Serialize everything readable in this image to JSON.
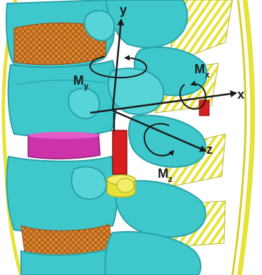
{
  "figure": {
    "axes": {
      "x": "x",
      "y": "y",
      "z": "z"
    },
    "moments": {
      "mx": {
        "main": "M",
        "sub": "x"
      },
      "my": {
        "main": "M",
        "sub": "y"
      },
      "mz": {
        "main": "M",
        "sub": "z"
      }
    },
    "colors": {
      "background": "#ffffff",
      "bone": "#3ec8cc",
      "bone_shadow": "#2aa1a8",
      "disc_mesh": "#d8892e",
      "ligament": "#e6e23a",
      "rod": "#d81f1f",
      "pad": "#cc33aa",
      "axis": "#1a1a1a"
    }
  }
}
